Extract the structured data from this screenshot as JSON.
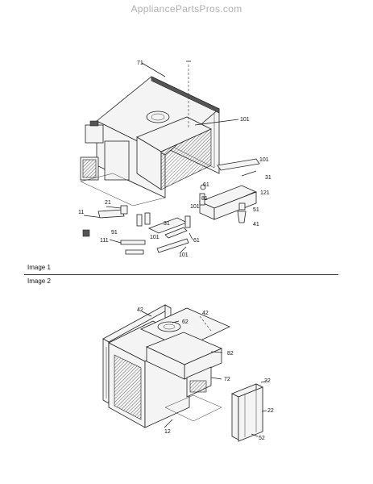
{
  "watermark": "AppliancePartsPros.com",
  "sections": [
    {
      "label": "Image 1"
    },
    {
      "label": "Image 2"
    }
  ],
  "image1_callouts": [
    "71",
    "101",
    "101",
    "31",
    "121",
    "51",
    "41",
    "61",
    "81",
    "21",
    "11",
    "101",
    "31",
    "91",
    "101",
    "111",
    "61",
    "101"
  ],
  "image2_callouts": [
    "42",
    "62",
    "42",
    "82",
    "72",
    "32",
    "22",
    "52",
    "12"
  ]
}
